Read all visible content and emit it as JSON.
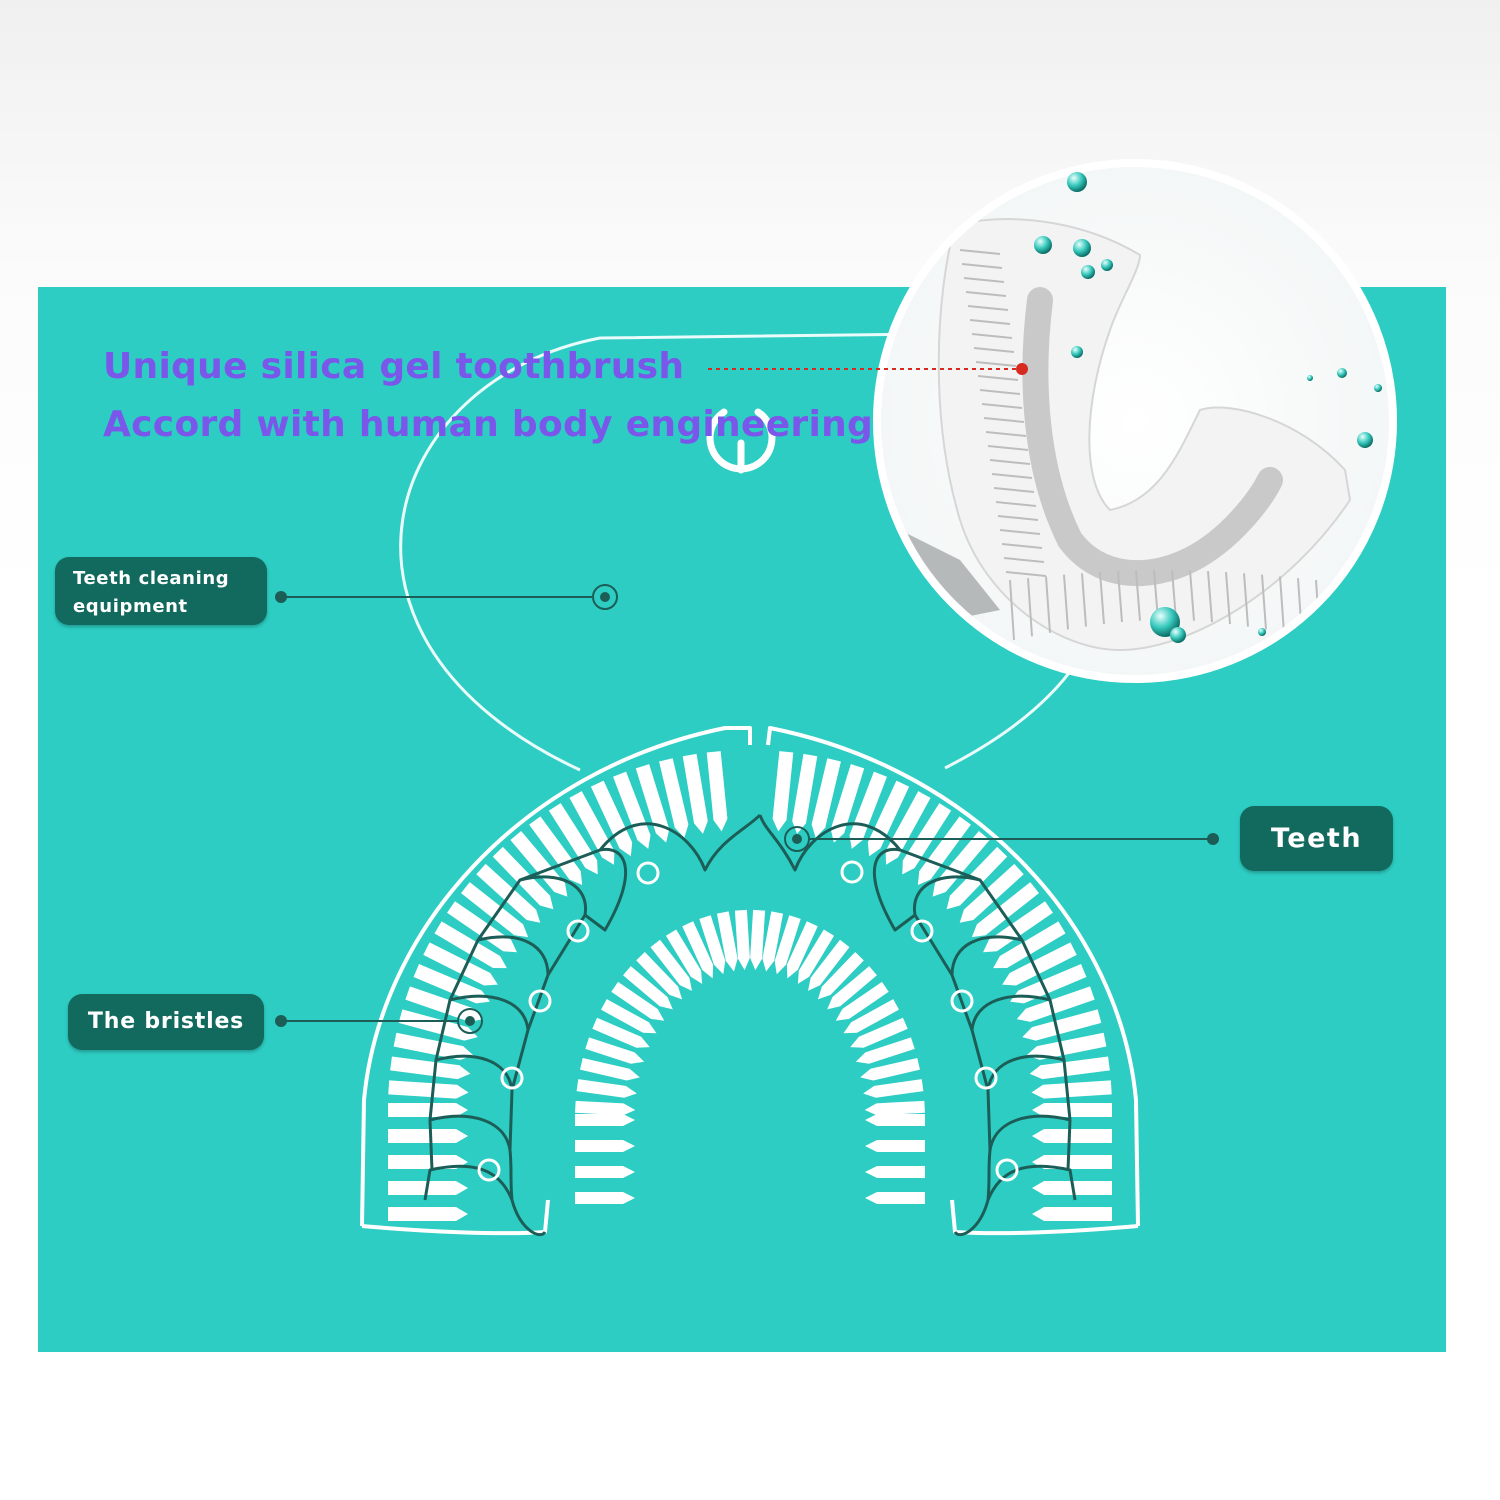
{
  "headline": {
    "line1": "Unique silica gel toothbrush",
    "line2": "Accord with human body engineering",
    "color": "#7a56ea"
  },
  "callouts": {
    "equipment": "Teeth cleaning equipment",
    "teeth": "Teeth",
    "bristles": "The bristles"
  },
  "colors": {
    "panel": "#2dcdc3",
    "badge": "#126a5e",
    "line": "#ffffff",
    "marker": "#d62a1e"
  },
  "icons": {
    "power": "power-icon",
    "brush_photo": "u-shaped-toothbrush-photo"
  }
}
